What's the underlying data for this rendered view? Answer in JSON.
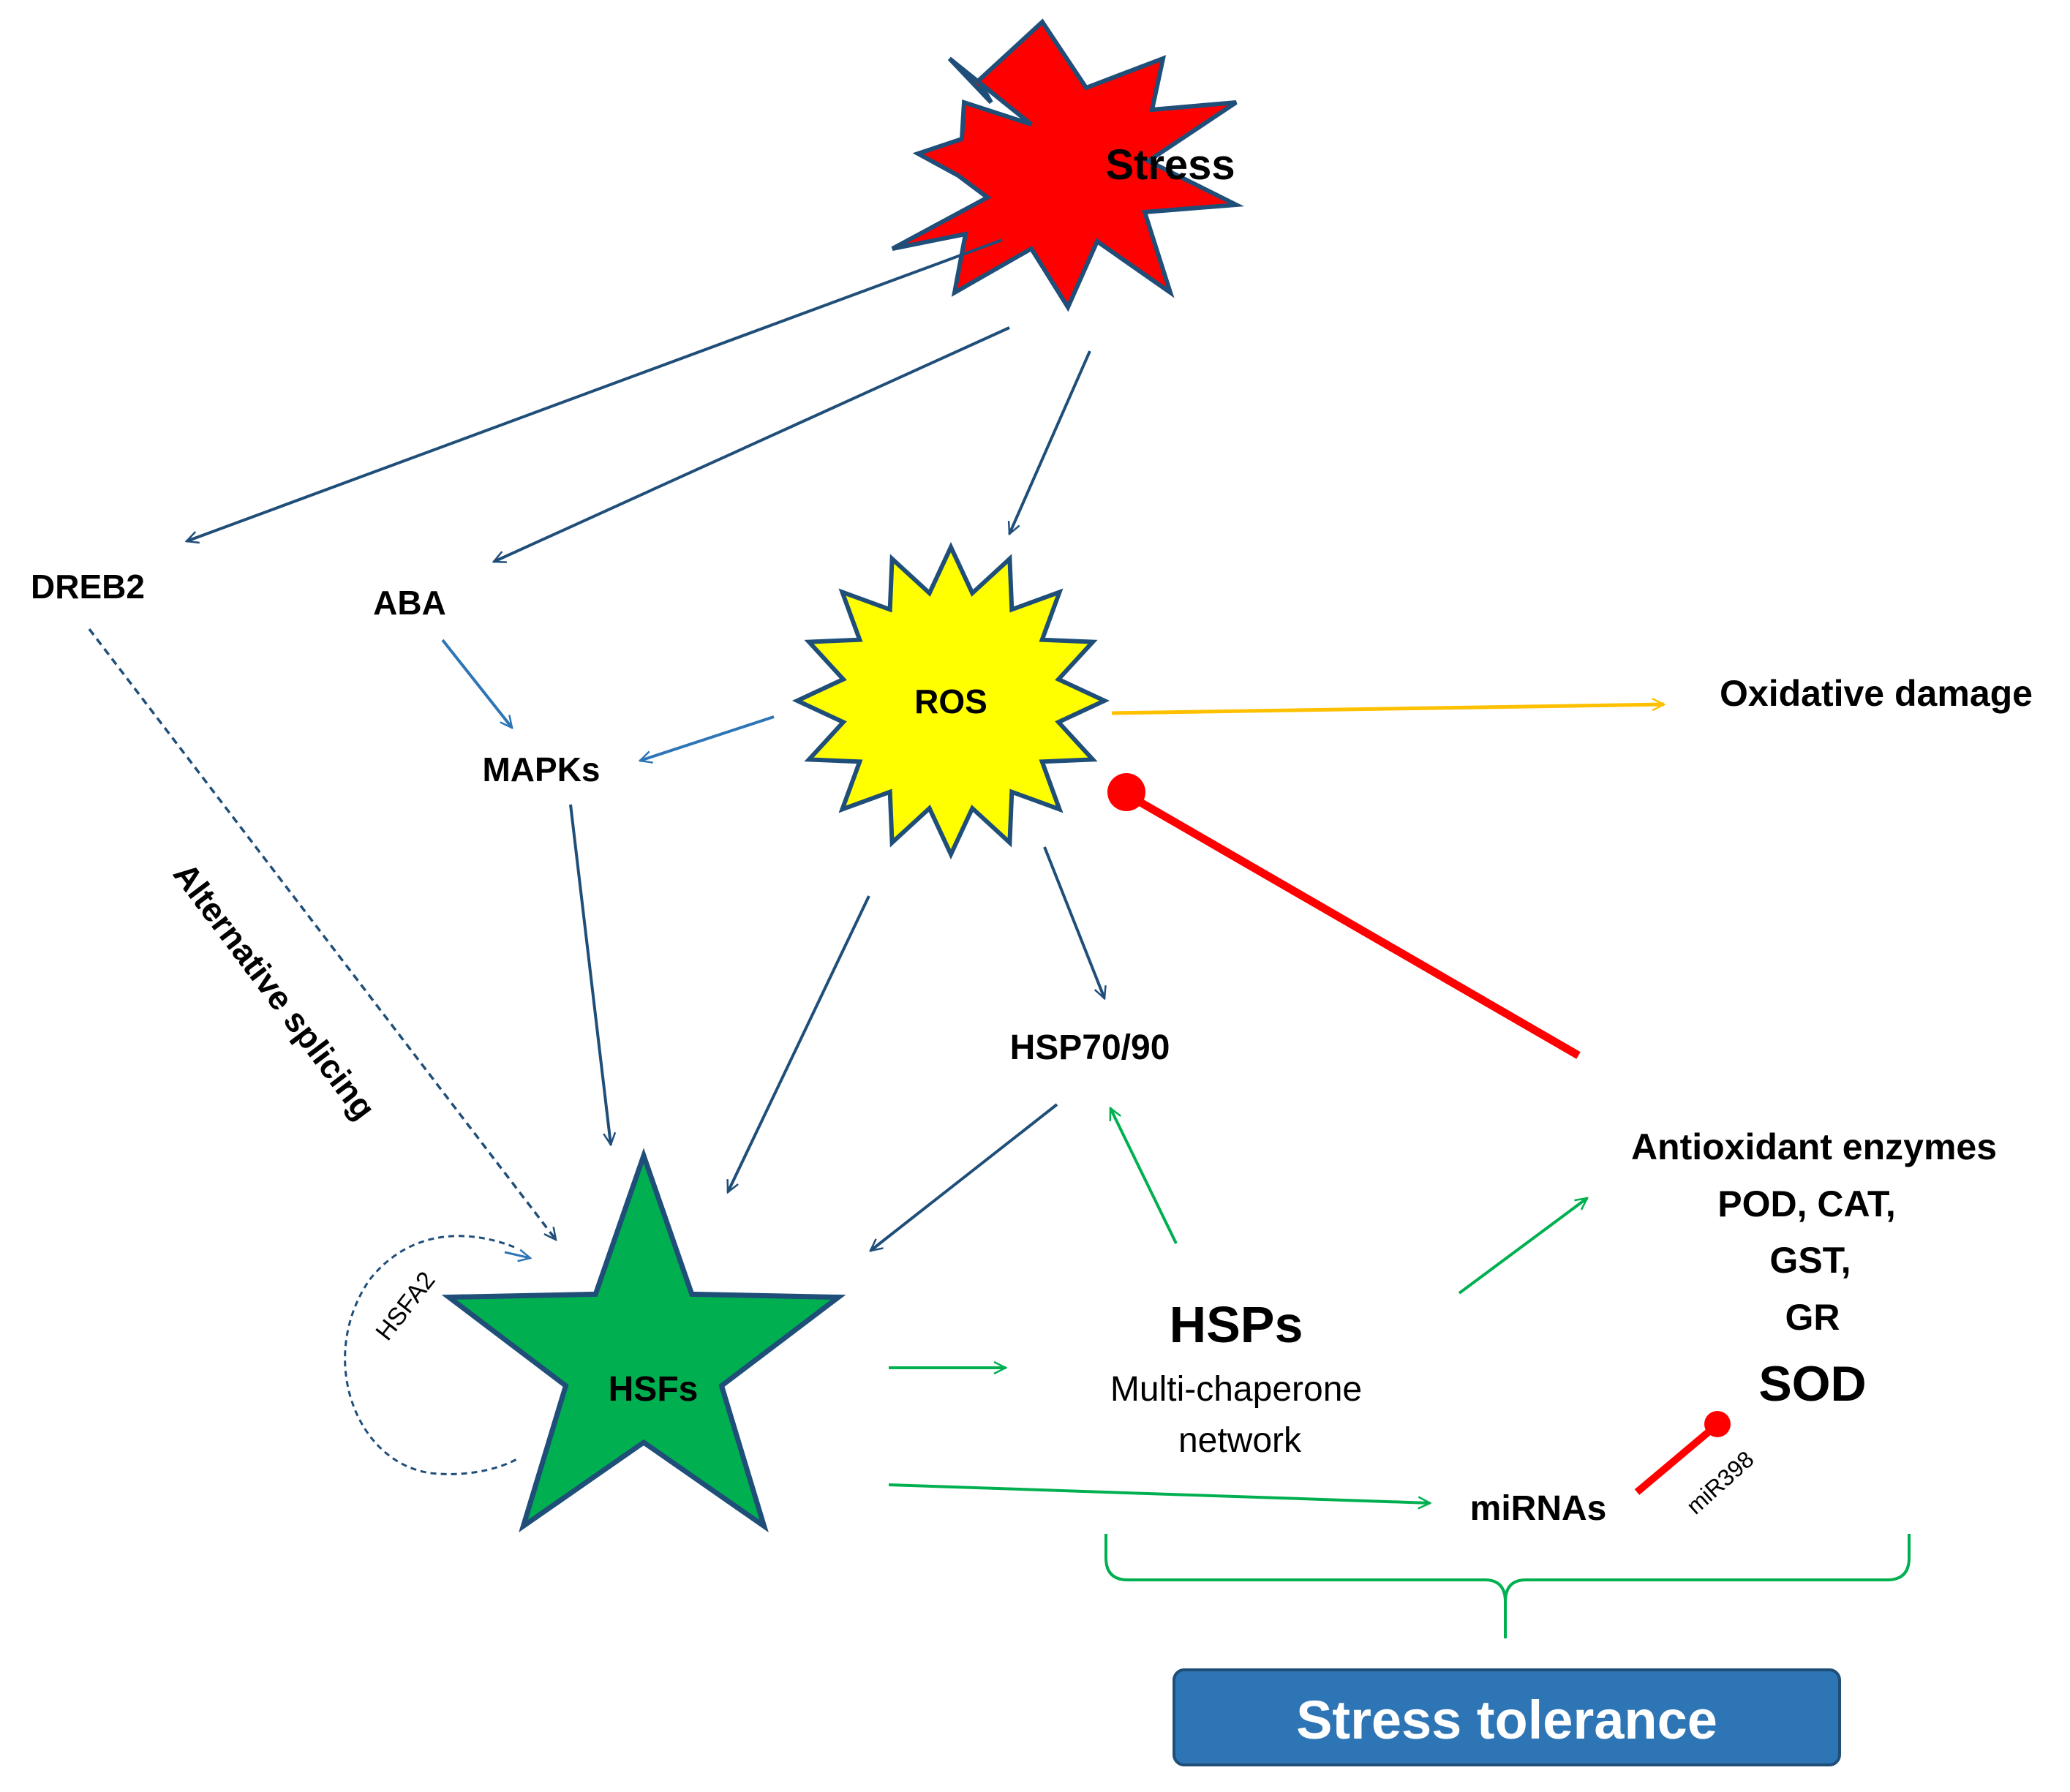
{
  "nodes": {
    "stress": "Stress",
    "ros": "ROS",
    "dreb2": "DREB2",
    "aba": "ABA",
    "mapks": "MAPKs",
    "oxidative_damage": "Oxidative damage",
    "hsp7090": "HSP70/90",
    "hsfs": "HSFs",
    "hsps": "HSPs",
    "hsps_sub_1": "Multi-chaperone",
    "hsps_sub_2": "network",
    "antioxidant_title": "Antioxidant enzymes",
    "enzymes_1": "POD, CAT,",
    "enzymes_2": "GST,",
    "enzymes_3": "GR",
    "sod": "SOD",
    "mirnas": "miRNAs",
    "stress_tolerance": "Stress tolerance"
  },
  "edge_labels": {
    "alternative_splicing": "Alternative splicing",
    "hsfa2": "HSFA2",
    "mir398": "miR398"
  },
  "colors": {
    "stress_fill": "#ff0000",
    "ros_fill": "#ffff00",
    "hsfs_fill": "#00b050",
    "shape_stroke": "#1f4e79",
    "arrow_dark": "#1f4e79",
    "arrow_light": "#2e75b6",
    "arrow_green": "#00b050",
    "arrow_orange": "#ffc000",
    "inhibit_red": "#ff0000",
    "box_fill": "#2e75b6",
    "box_stroke": "#1f4e79"
  }
}
